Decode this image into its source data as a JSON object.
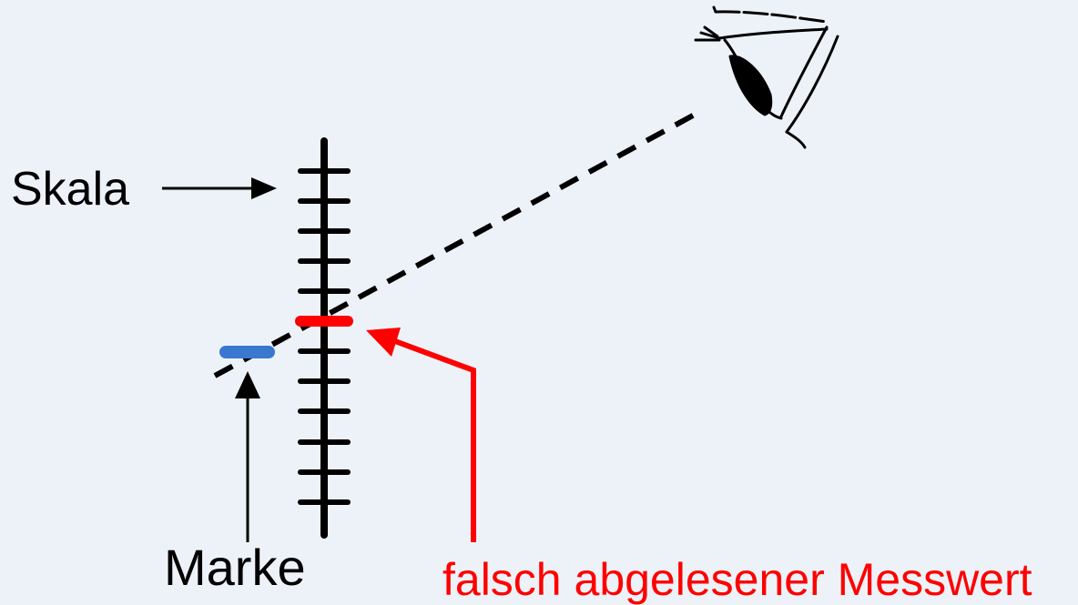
{
  "labels": {
    "scale": "Skala",
    "mark": "Marke",
    "wrong_reading": "falsch abgelesener Messwert"
  },
  "colors": {
    "background": "#edf2f9",
    "ink": "#000000",
    "wrong_reading": "#ff0000",
    "mark": "#3a78cf"
  },
  "icons": {
    "observer": "eye-icon"
  }
}
